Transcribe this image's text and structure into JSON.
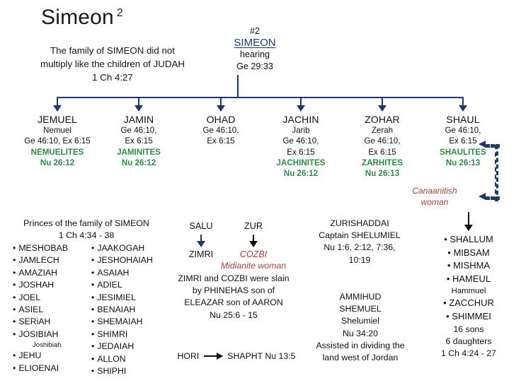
{
  "page": {
    "title": "Simeon",
    "title_superscript": "2"
  },
  "intro_note": {
    "line1": "The family of SIMEON did not",
    "line2": "multiply like the children of JUDAH",
    "line3": "1 Ch 4:27"
  },
  "root_person": {
    "number": "#2",
    "name": "SIMEON",
    "meaning": "hearing",
    "reference": "Ge 29:33"
  },
  "children": [
    {
      "name": "JEMUEL",
      "alt_name": "Nemuel",
      "refs": [
        "Ge 46:10, Ex 6:15"
      ],
      "tribe": "NEMUELITES",
      "tribe_ref": "Nu 26:12"
    },
    {
      "name": "JAMIN",
      "alt_name": "",
      "refs": [
        "Ge 46:10,",
        "Ex 6:15"
      ],
      "tribe": "JAMINITES",
      "tribe_ref": "Nu 26:12"
    },
    {
      "name": "OHAD",
      "alt_name": "",
      "refs": [
        "Ge 46:10,",
        "Ex 6:15"
      ],
      "tribe": "",
      "tribe_ref": ""
    },
    {
      "name": "JACHIN",
      "alt_name": "Jarib",
      "refs": [
        "Ge 46:10,",
        "Ex 6:15"
      ],
      "tribe": "JACHINITES",
      "tribe_ref": "Nu 26:12"
    },
    {
      "name": "ZOHAR",
      "alt_name": "Zerah",
      "refs": [
        "Ge 46:10,",
        "Ex 6:15"
      ],
      "tribe": "ZARHITES",
      "tribe_ref": "Nu 26:13"
    },
    {
      "name": "SHAUL",
      "alt_name": "",
      "refs": [
        "Ge 46:10,",
        "Ex 6:15"
      ],
      "tribe": "SHAULITES",
      "tribe_ref": "Nu 26:13"
    }
  ],
  "canaanitish_woman": {
    "line1": "Canaanitish",
    "line2": "woman"
  },
  "princes": {
    "heading_line1": "Princes of the family of SIMEON",
    "heading_line2": "1 Ch 4:34 - 38",
    "column_left": [
      "MESHOBAB",
      "JAMLECH",
      "AMAZIAH",
      "JOSHAH",
      "JOEL",
      "ASIEL",
      "SERiAH",
      "JOSIBIAH",
      "JEHU",
      "ELIOENAI"
    ],
    "josibiah_alt": "Joshibiah",
    "column_right": [
      "JAAKOGAH",
      "JESHOHAIAH",
      "ASAIAH",
      "ADIEL",
      "JESIMIEL",
      "BENAIAH",
      "SHEMAIAH",
      "SHIMRI",
      "JEDAIAH",
      "ALLON",
      "SHIPHI"
    ],
    "bullet": "•"
  },
  "zimri_branch": {
    "father": "SALU",
    "son": "ZIMRI"
  },
  "cozbi_branch": {
    "father": "ZUR",
    "daughter": "COZBI",
    "descriptor": "Midianite woman"
  },
  "slain_note": {
    "line1": "ZIMRI and COZBI were slain",
    "line2": "by PHINEHAS son of",
    "line3": "ELEAZAR son of AARON",
    "line4": "Nu 25:6 - 15"
  },
  "hori_line": {
    "from": "HORI",
    "to": "SHAPHT Nu 13:5"
  },
  "shelumiel_block": {
    "line1": "ZURISHADDAI",
    "line2": "Captain SHELUMIEL",
    "line3": "Nu 1:6, 2:12, 7:36,",
    "line4": "10:19"
  },
  "ammihud_block": {
    "line1": "AMMIHUD",
    "line2": "SHEMUEL",
    "line3": "Shelumiel",
    "line4": "Nu 34:20",
    "line5": "Assisted in dividing the",
    "line6": "land west of Jordan"
  },
  "shaul_sons": {
    "items": [
      {
        "name": "SHALLUM",
        "alt": ""
      },
      {
        "name": "MIBSAM",
        "alt": ""
      },
      {
        "name": "MISHMA",
        "alt": ""
      },
      {
        "name": "HAMEUL",
        "alt": "Hammuel"
      },
      {
        "name": "ZACCHUR",
        "alt": ""
      },
      {
        "name": "SHIMMEI",
        "alt": ""
      }
    ],
    "bullet": "•",
    "tally_line1": "16 sons",
    "tally_line2": "6 daughters",
    "tally_line3": "1 Ch 4:24 - 27"
  },
  "colors": {
    "connector": "#1F3864",
    "tribe_green": "#2E8B43",
    "note_red": "#A4413F",
    "text": "#111111"
  }
}
